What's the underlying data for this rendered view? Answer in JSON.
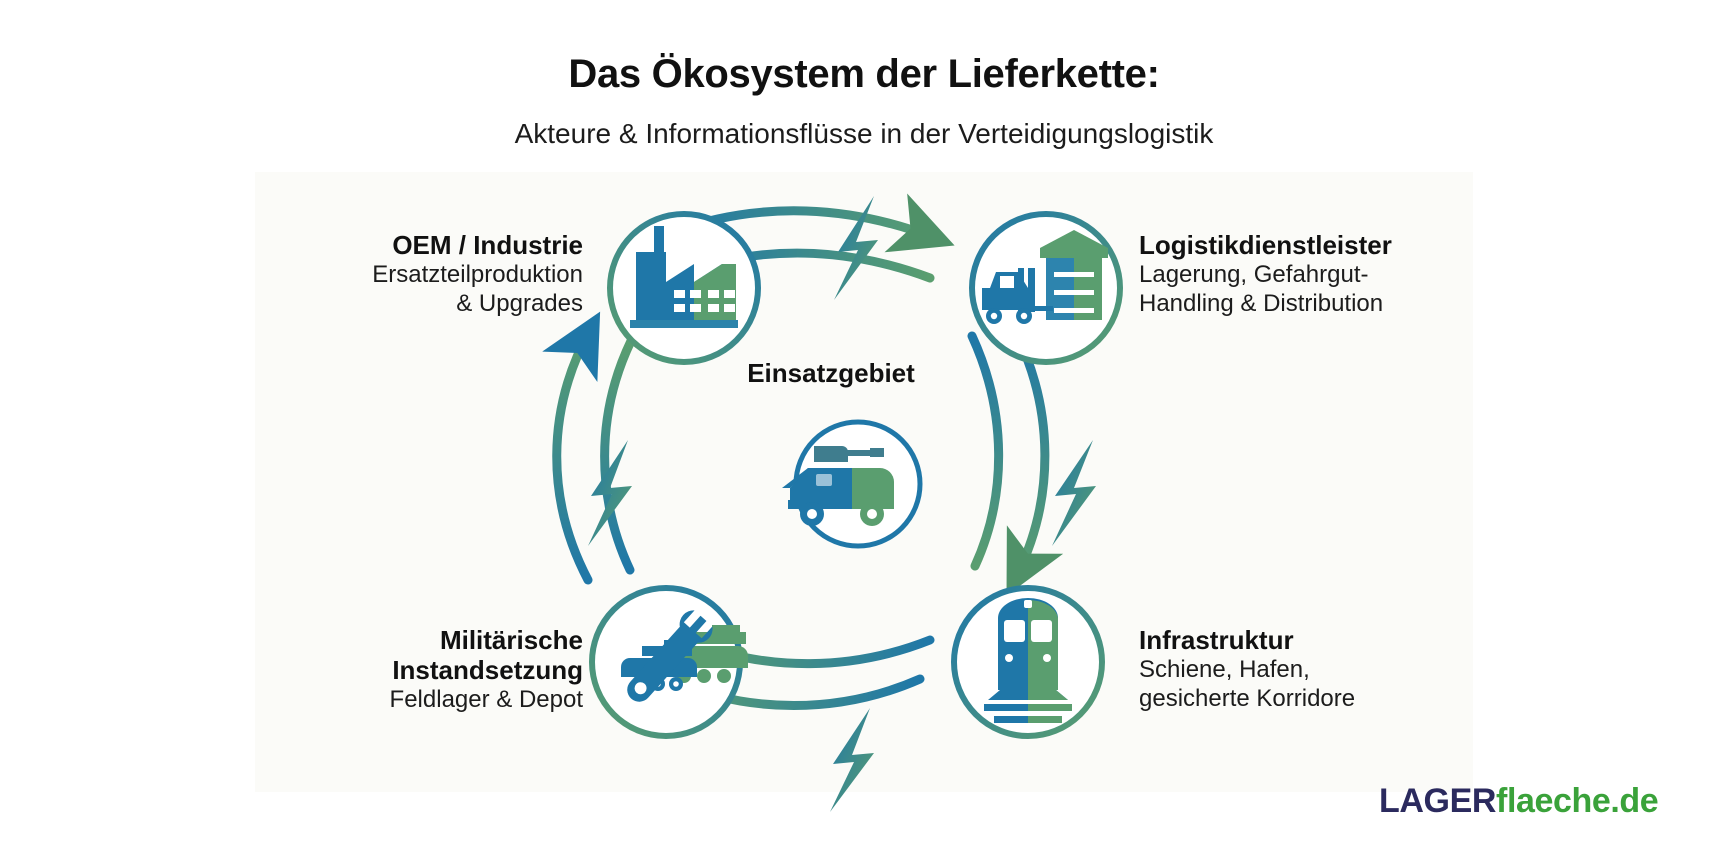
{
  "header": {
    "title": "Das Ökosystem der Lieferkette:",
    "subtitle": "Akteure & Informationsflüsse in der Verteidigungslogistik"
  },
  "center": {
    "label": "Einsatzgebiet",
    "icon": "armored-vehicle-icon"
  },
  "nodes": [
    {
      "id": "oem",
      "title": "OEM / Industrie",
      "desc_line1": "Ersatzteilproduktion",
      "desc_line2": "& Upgrades",
      "icon": "factory-icon",
      "position": "top-left"
    },
    {
      "id": "logistik",
      "title": "Logistikdienstleister",
      "desc_line1": "Lagerung, Gefahrgut-",
      "desc_line2": "Handling & Distribution",
      "icon": "forklift-warehouse-icon",
      "position": "top-right"
    },
    {
      "id": "infrastruktur",
      "title": "Infrastruktur",
      "desc_line1": "Schiene, Hafen,",
      "desc_line2": "gesicherte Korridore",
      "icon": "train-icon",
      "position": "bottom-right"
    },
    {
      "id": "instandsetzung",
      "title_line1": "Militärische",
      "title_line2": "Instandsetzung",
      "desc_line1": "Feldlager & Depot",
      "desc_line2": "",
      "icon": "tank-wrench-icon",
      "position": "bottom-left"
    }
  ],
  "flow": {
    "arrows": [
      {
        "from": "oem",
        "to": "logistik",
        "direction": "clockwise"
      },
      {
        "from": "logistik",
        "to": "infrastruktur",
        "direction": "clockwise"
      },
      {
        "from": "infrastruktur",
        "to": "instandsetzung",
        "direction": "clockwise"
      },
      {
        "from": "instandsetzung",
        "to": "oem",
        "direction": "clockwise"
      }
    ],
    "bolts": 4,
    "bolt_name": "information-flow-bolt-icon"
  },
  "logo": {
    "part1": "LAGER",
    "part2": "flaeche.de"
  },
  "colors": {
    "blue": "#1f77a8",
    "green": "#5a9e6f",
    "dark_blue": "#1b6b96",
    "panel": "#fbfbf8",
    "text": "#111111",
    "logo_navy": "#2b2a5e",
    "logo_green": "#3aa23a"
  }
}
